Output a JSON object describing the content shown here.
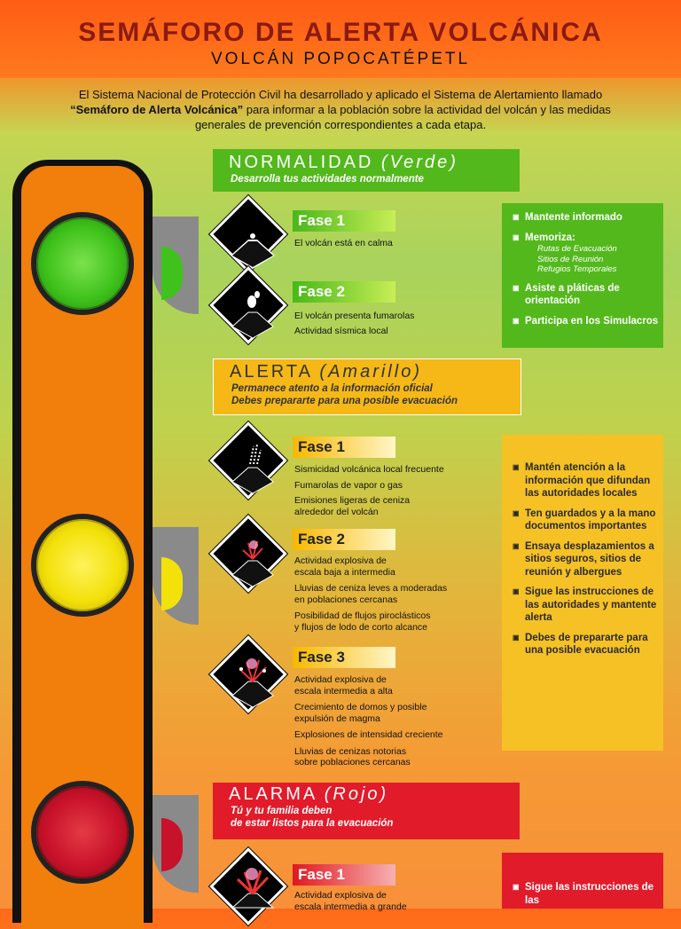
{
  "header": {
    "title": "SEMÁFORO DE ALERTA VOLCÁNICA",
    "subtitle": "VOLCÁN POPOCATÉPETL"
  },
  "intro": {
    "text_before": "El Sistema Nacional de Protección Civil ha desarrollado y aplicado el Sistema de Alertamiento llamado ",
    "bold": "“Semáforo de Alerta Volcánica”",
    "text_after": " para informar a la población sobre la actividad del volcán y las medidas generales de prevención correspondientes a cada etapa."
  },
  "lamps": {
    "green": "#3fc21b",
    "yellow": "#f3e10a",
    "red": "#c8122a"
  },
  "normalidad": {
    "title": "NORMALIDAD",
    "color_label": "(Verde)",
    "line1": "Desarrolla tus actividades normalmente",
    "color": "#53b81c",
    "fase1": {
      "label": "Fase 1",
      "desc": [
        "El volcán está en calma"
      ]
    },
    "fase2": {
      "label": "Fase 2",
      "desc": [
        "El volcán presenta fumarolas",
        "Actividad sísmica local"
      ]
    },
    "panel": {
      "items": [
        "Mantente informado",
        "Memoriza:",
        "Asiste a pláticas de orientación",
        "Participa en los Simulacros"
      ],
      "memoriza_sub": [
        "Rutas de Evacuación",
        "Sitios de Reunión",
        "Refugios Temporales"
      ]
    }
  },
  "alerta": {
    "title": "ALERTA",
    "color_label": "(Amarillo)",
    "line1": "Permanece atento a la información oficial",
    "line2": "Debes prepararte para una posible evacuación",
    "color": "#f5b816",
    "fase1": {
      "label": "Fase 1",
      "desc": [
        "Sismicidad volcánica local frecuente",
        "Fumarolas de vapor o gas",
        "Emisiones ligeras de ceniza",
        "alrededor del volcán"
      ]
    },
    "fase2": {
      "label": "Fase 2",
      "desc": [
        "Actividad explosiva de",
        "escala  baja a intermedia",
        "Lluvias de ceniza leves a moderadas",
        "en poblaciones cercanas",
        "Posibilidad de flujos piroclásticos",
        "y  flujos de lodo de corto alcance"
      ]
    },
    "fase3": {
      "label": "Fase 3",
      "desc": [
        "Actividad explosiva de",
        "escala  intermedia a alta",
        "Crecimiento de domos y posible",
        "expulsión de magma",
        "Explosiones de intensidad creciente",
        "Lluvias de cenizas notorias",
        "sobre poblaciones cercanas"
      ]
    },
    "panel": {
      "items": [
        "Mantén atención a la información que difundan las autoridades locales",
        "Ten guardados y a la mano documentos importantes",
        "Ensaya desplazamientos a sitios seguros, sitios de reunión y albergues",
        "Sigue las instrucciones de las autoridades y mantente alerta",
        "Debes de prepararte para una posible evacuación"
      ]
    }
  },
  "alarma": {
    "title": "ALARMA",
    "color_label": "(Rojo)",
    "line1": "Tú y tu familia deben",
    "line2": "de estar  listos para la evacuación",
    "color": "#e11b2a",
    "fase1": {
      "label": "Fase 1",
      "desc": [
        "Actividad explosiva de",
        "escala intermedia a grande"
      ]
    },
    "panel": {
      "items": [
        "Sigue las instrucciones de las"
      ]
    }
  }
}
